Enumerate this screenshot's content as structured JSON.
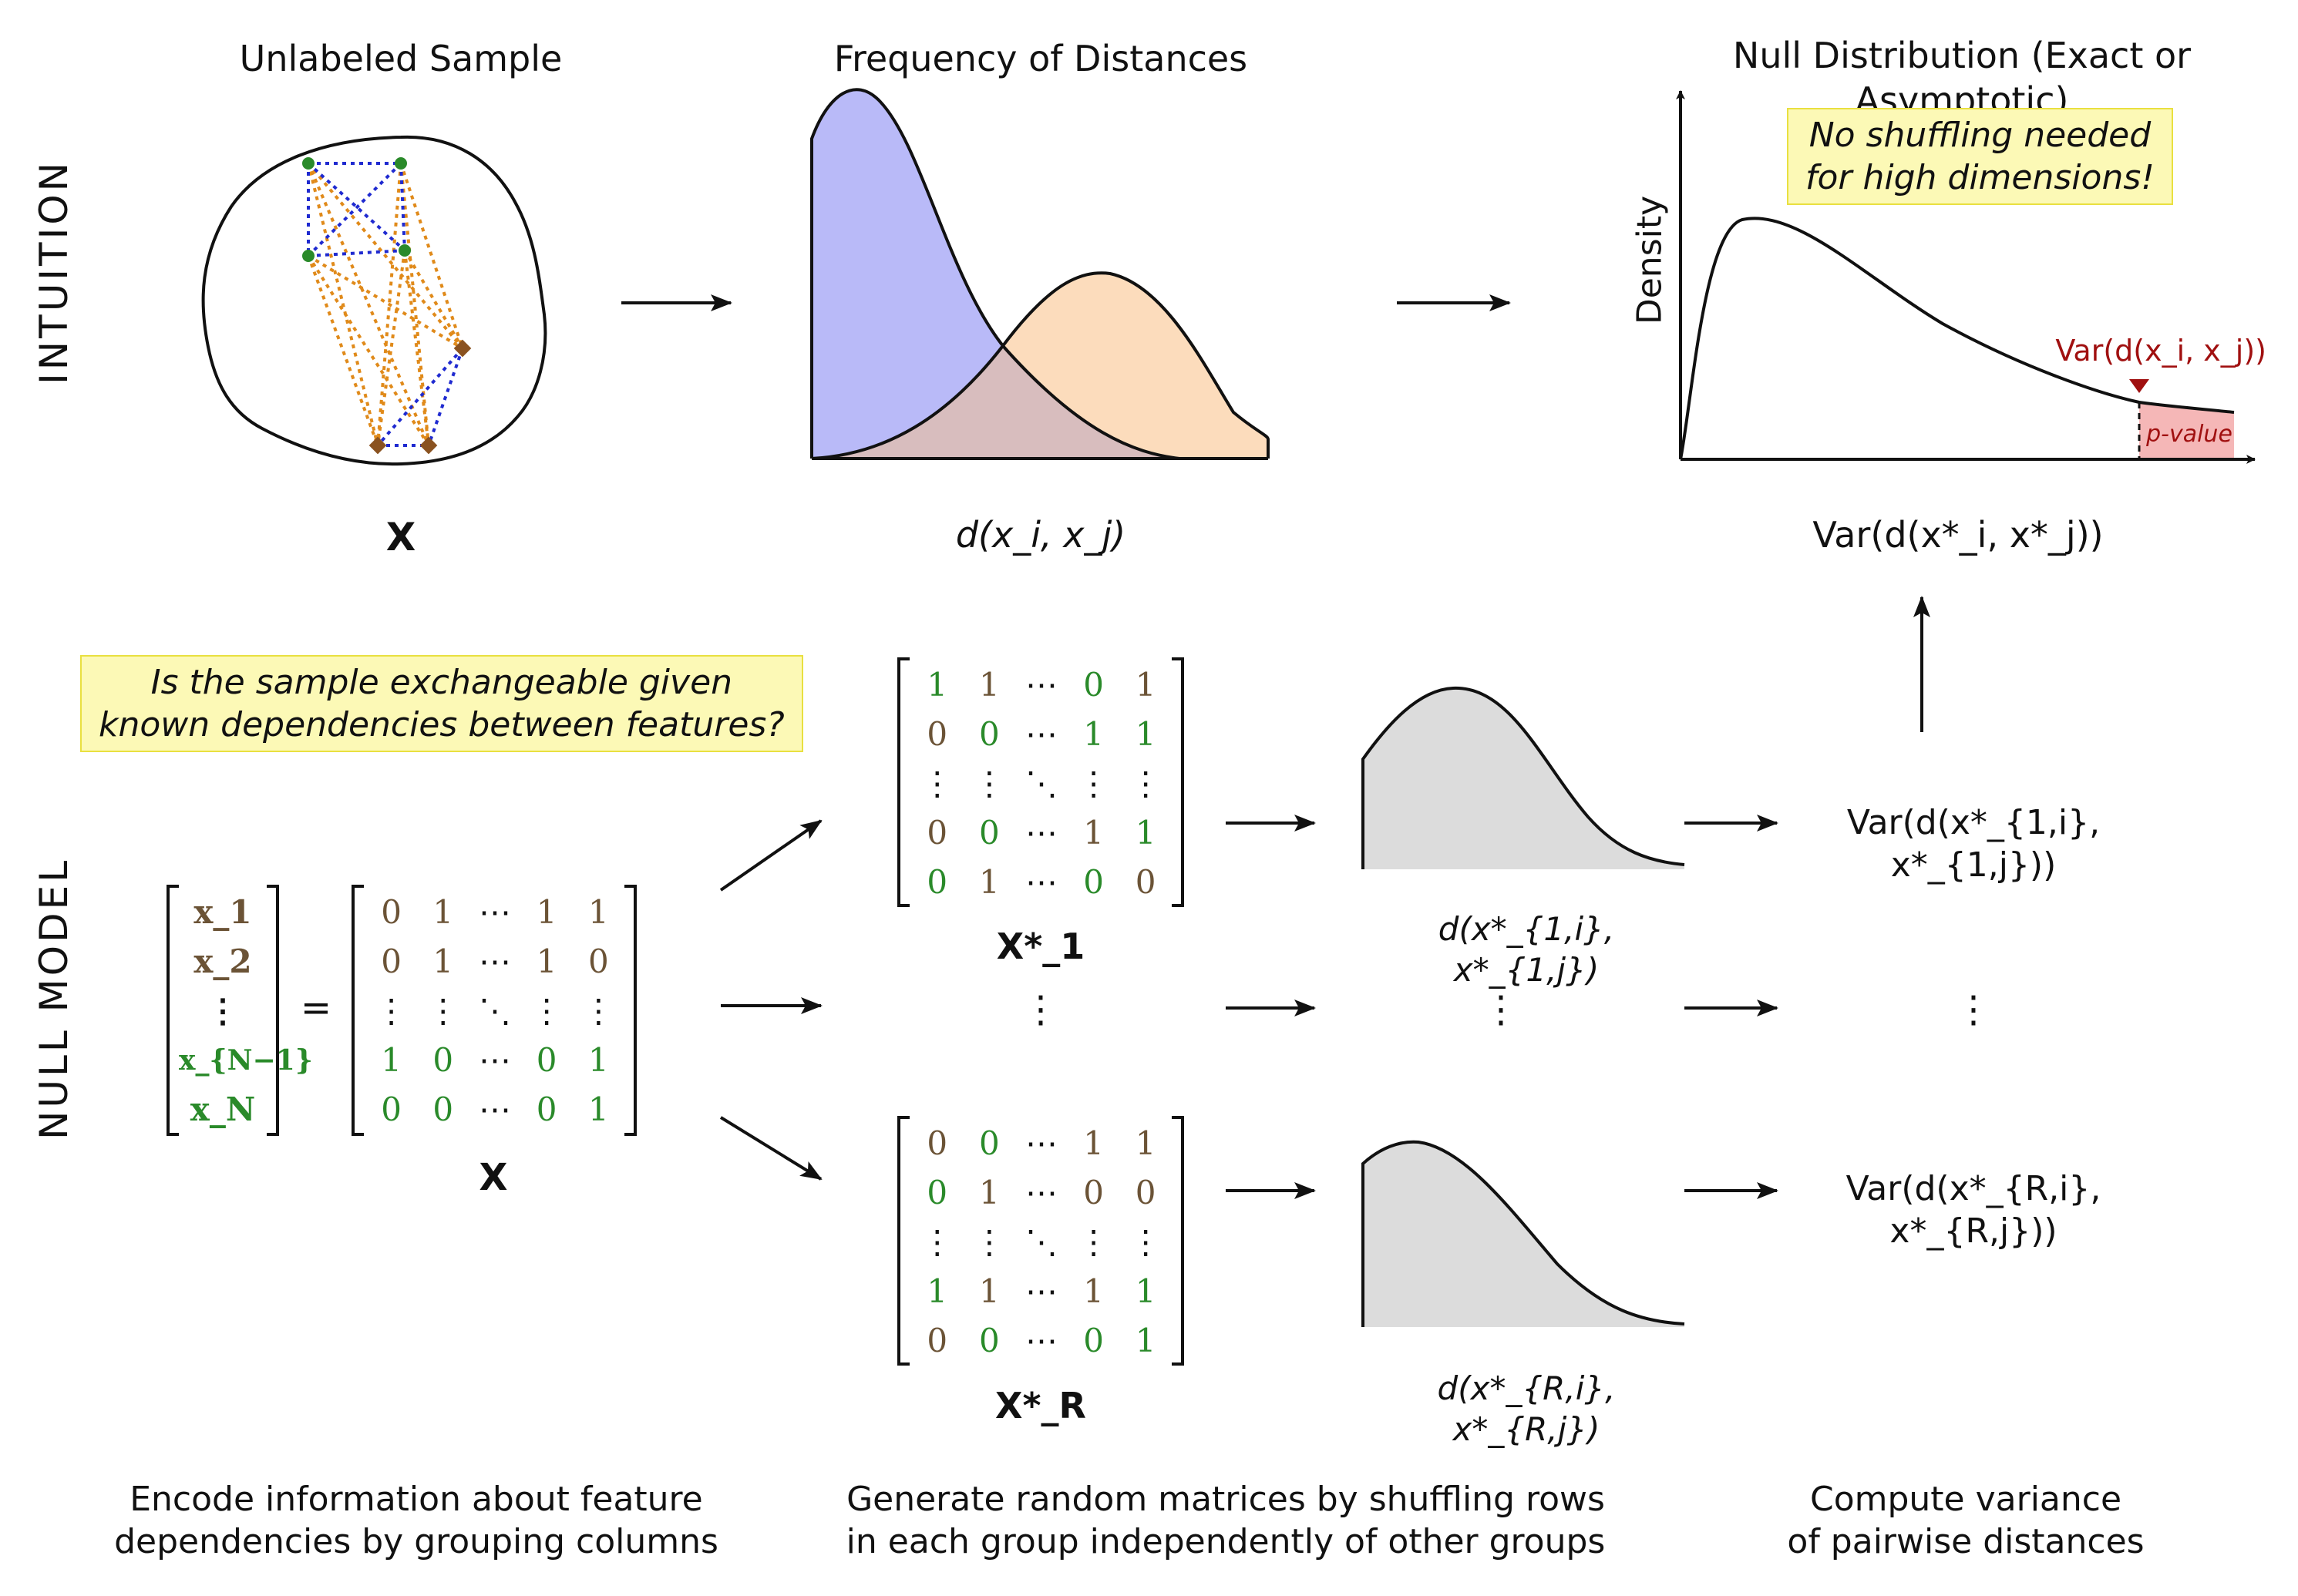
{
  "row_labels": {
    "intuition": "INTUITION",
    "null_model": "NULL MODEL"
  },
  "intuition": {
    "sample_title": "Unlabeled Sample",
    "sample_label": "X",
    "distances_title": "Frequency of Distances",
    "distances_label": "d(x_i, x_j)",
    "null_title": "Null Distribution (Exact or Asymptotic)",
    "null_ylabel": "Density",
    "null_xlabel": "Var(d(x*_i, x*_j))",
    "observed_label": "Var(d(x_i, x_j))",
    "pvalue_label": "p-value",
    "callout_lines": [
      "No shuffling needed",
      "for high dimensions!"
    ]
  },
  "null_model": {
    "question_lines": [
      "Is the sample exchangeable given",
      "known dependencies between features?"
    ],
    "row_vector": [
      "x_1",
      "x_2",
      "⋮",
      "x_{N−1}",
      "x_N"
    ],
    "equals": "=",
    "X_matrix": [
      [
        "0",
        "1",
        "⋯",
        "1",
        "1"
      ],
      [
        "0",
        "1",
        "⋯",
        "1",
        "0"
      ],
      [
        "⋮",
        "⋮",
        "⋱",
        "⋮",
        "⋮"
      ],
      [
        "1",
        "0",
        "⋯",
        "0",
        "1"
      ],
      [
        "0",
        "0",
        "⋯",
        "0",
        "1"
      ]
    ],
    "X_matrix_label": "X",
    "X1_matrix": [
      [
        "1",
        "1",
        "⋯",
        "0",
        "1"
      ],
      [
        "0",
        "0",
        "⋯",
        "1",
        "1"
      ],
      [
        "⋮",
        "⋮",
        "⋱",
        "⋮",
        "⋮"
      ],
      [
        "0",
        "0",
        "⋯",
        "1",
        "1"
      ],
      [
        "0",
        "1",
        "⋯",
        "0",
        "0"
      ]
    ],
    "X1_label": "X*_1",
    "XR_matrix": [
      [
        "0",
        "0",
        "⋯",
        "1",
        "1"
      ],
      [
        "0",
        "1",
        "⋯",
        "0",
        "0"
      ],
      [
        "⋮",
        "⋮",
        "⋱",
        "⋮",
        "⋮"
      ],
      [
        "1",
        "1",
        "⋯",
        "1",
        "1"
      ],
      [
        "0",
        "0",
        "⋯",
        "0",
        "1"
      ]
    ],
    "XR_label": "X*_R",
    "vdots": "⋮",
    "dist1_label": "d(x*_{1,i}, x*_{1,j})",
    "distR_label": "d(x*_{R,i}, x*_{R,j})",
    "var1_label": "Var(d(x*_{1,i}, x*_{1,j}))",
    "varR_label": "Var(d(x*_{R,i}, x*_{R,j}))"
  },
  "captions": {
    "left": [
      "Encode information about feature",
      "dependencies by grouping columns"
    ],
    "middle": [
      "Generate random matrices by shuffling rows",
      "in each group independently of other groups"
    ],
    "right": [
      "Compute variance",
      "of pairwise distances"
    ]
  },
  "colors": {
    "group_a": "#6b5336",
    "group_b": "#2a8a2a",
    "blue_fill": "#b9baf8",
    "orange_fill": "#fcdcbc",
    "overlap_fill": "#d8bdbe",
    "gray_fill": "#dcdcdc",
    "pvalue_fill": "#f5b7b7",
    "observed_red": "#a01010",
    "callout_fill": "#fcf9b6",
    "callout_border": "#e9e040",
    "edge_blue": "#1f2ad0",
    "edge_orange": "#e08a1a"
  }
}
